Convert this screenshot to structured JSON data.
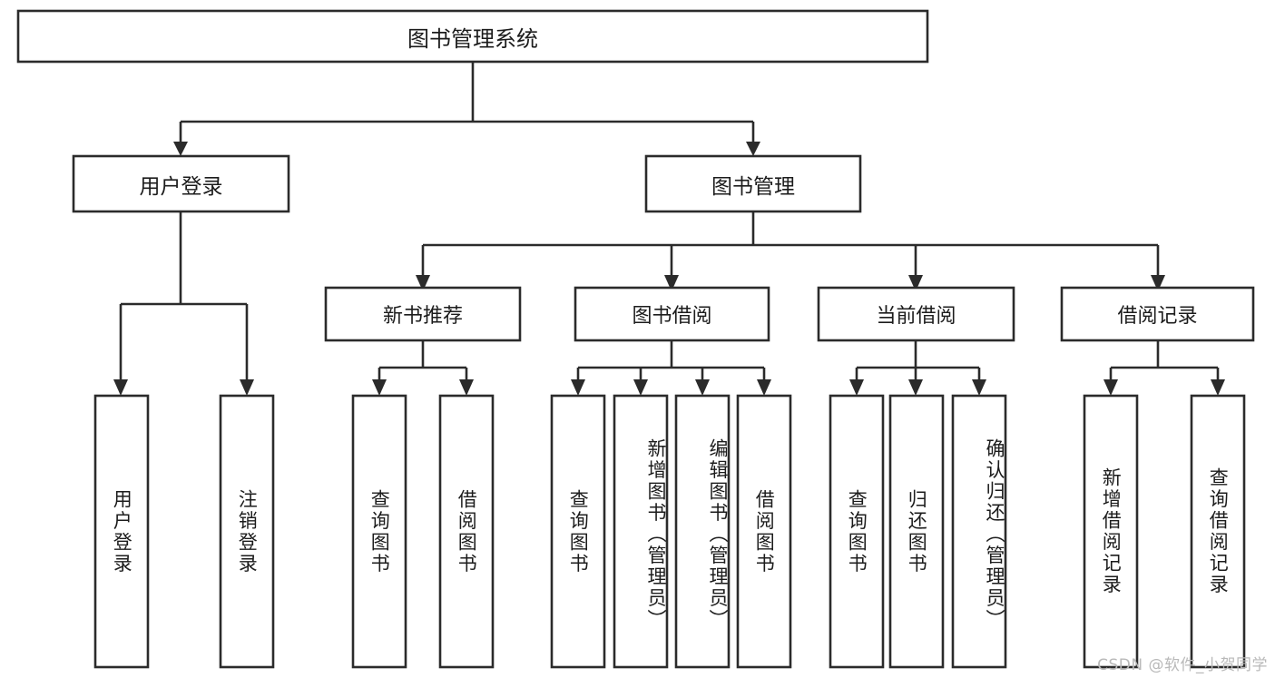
{
  "diagram": {
    "type": "tree-hierarchy-chart",
    "title": "图书管理系统",
    "orientation": "top-down",
    "colors": {
      "background": "#ffffff",
      "box_fill": "#ffffff",
      "box_stroke": "#2b2b2b",
      "connector": "#2b2b2b",
      "text": "#1c1c1c",
      "watermark": "#b9b9b9"
    },
    "levels": 4,
    "root": {
      "label": "图书管理系统",
      "children": [
        {
          "label": "用户登录",
          "children": [
            {
              "label": "用户登录"
            },
            {
              "label": "注销登录"
            }
          ]
        },
        {
          "label": "图书管理",
          "children": [
            {
              "label": "新书推荐",
              "children": [
                {
                  "label": "查询图书"
                },
                {
                  "label": "借阅图书"
                }
              ]
            },
            {
              "label": "图书借阅",
              "children": [
                {
                  "label": "查询图书"
                },
                {
                  "label": "新增图书（管理员）"
                },
                {
                  "label": "编辑图书（管理员）"
                },
                {
                  "label": "借阅图书"
                }
              ]
            },
            {
              "label": "当前借阅",
              "children": [
                {
                  "label": "查询图书"
                },
                {
                  "label": "归还图书"
                },
                {
                  "label": "确认归还（管理员）"
                }
              ]
            },
            {
              "label": "借阅记录",
              "children": [
                {
                  "label": "新增借阅记录"
                },
                {
                  "label": "查询借阅记录"
                }
              ]
            }
          ]
        }
      ]
    }
  },
  "nodes": {
    "root": "图书管理系统",
    "l2_user_login": "用户登录",
    "l2_book_mgmt": "图书管理",
    "l3_new_book": "新书推荐",
    "l3_borrow": "图书借阅",
    "l3_current": "当前借阅",
    "l3_records": "借阅记录",
    "leaf_user_login": "用户登录",
    "leaf_logout": "注销登录",
    "leaf_nb_query": "查询图书",
    "leaf_nb_borrow": "借阅图书",
    "leaf_bb_query": "查询图书",
    "leaf_bb_add": "新增图书（管理员）",
    "leaf_bb_edit": "编辑图书（管理员）",
    "leaf_bb_borrow": "借阅图书",
    "leaf_cb_query": "查询图书",
    "leaf_cb_return": "归还图书",
    "leaf_cb_confirm": "确认归还（管理员）",
    "leaf_rec_add": "新增借阅记录",
    "leaf_rec_query": "查询借阅记录"
  },
  "watermark": {
    "text": "CSDN @软件_小贺同学"
  }
}
